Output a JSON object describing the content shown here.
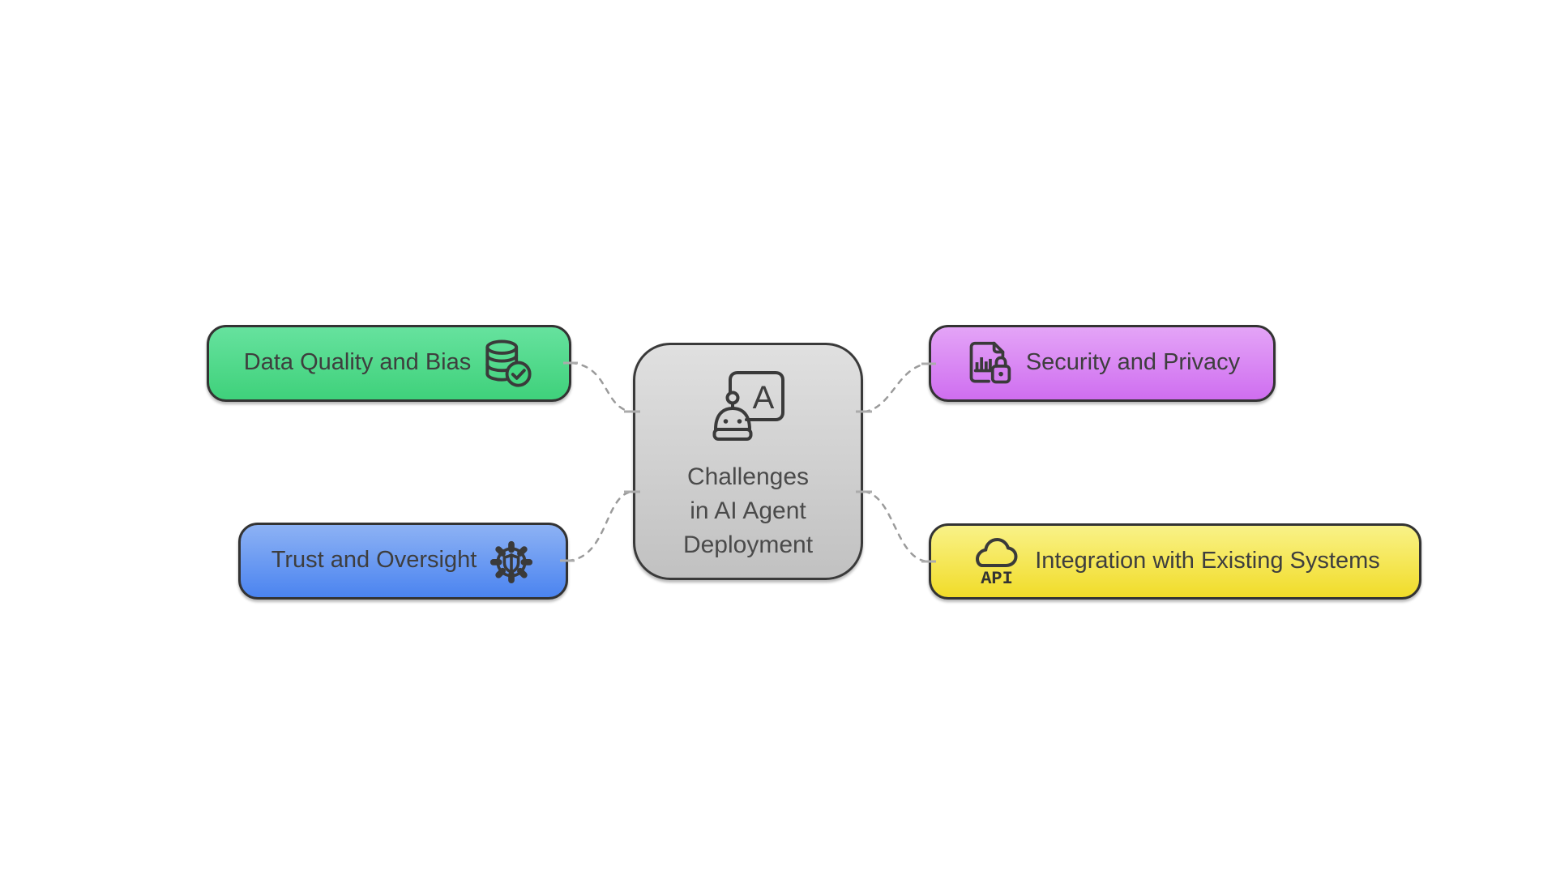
{
  "canvas": {
    "background": "#ffffff"
  },
  "center": {
    "title_lines": [
      "Challenges",
      "in AI Agent",
      "Deployment"
    ],
    "icon": "robot-presenter-icon",
    "icon_letter": "A",
    "colors": {
      "top": "#e0e0e0",
      "bottom": "#c1c1c1",
      "border": "#3a3a3a",
      "text": "#4a4a4a"
    }
  },
  "nodes": [
    {
      "label": "Data Quality and Bias",
      "icon": "database-check-icon",
      "icon_side": "right",
      "colors": {
        "top": "#66e29e",
        "bottom": "#3fd17b",
        "border": "#333333",
        "text": "#3e3e3e"
      }
    },
    {
      "label": "Trust and Oversight",
      "icon": "gear-shield-icon",
      "icon_side": "right",
      "colors": {
        "top": "#8db2f4",
        "bottom": "#4b84f0",
        "border": "#333333",
        "text": "#3e3e3e"
      }
    },
    {
      "label": "Security and Privacy",
      "icon": "document-lock-icon",
      "icon_side": "left",
      "colors": {
        "top": "#e4a4f7",
        "bottom": "#cf6ef0",
        "border": "#333333",
        "text": "#3e3e3e"
      }
    },
    {
      "label": "Integration with Existing Systems",
      "icon": "cloud-api-icon",
      "icon_side": "left",
      "icon_text": "API",
      "colors": {
        "top": "#f9f288",
        "bottom": "#f1dc29",
        "border": "#333333",
        "text": "#3e3e3e"
      }
    }
  ],
  "connectors": {
    "color": "#9b9b9b",
    "style": "dashed"
  }
}
